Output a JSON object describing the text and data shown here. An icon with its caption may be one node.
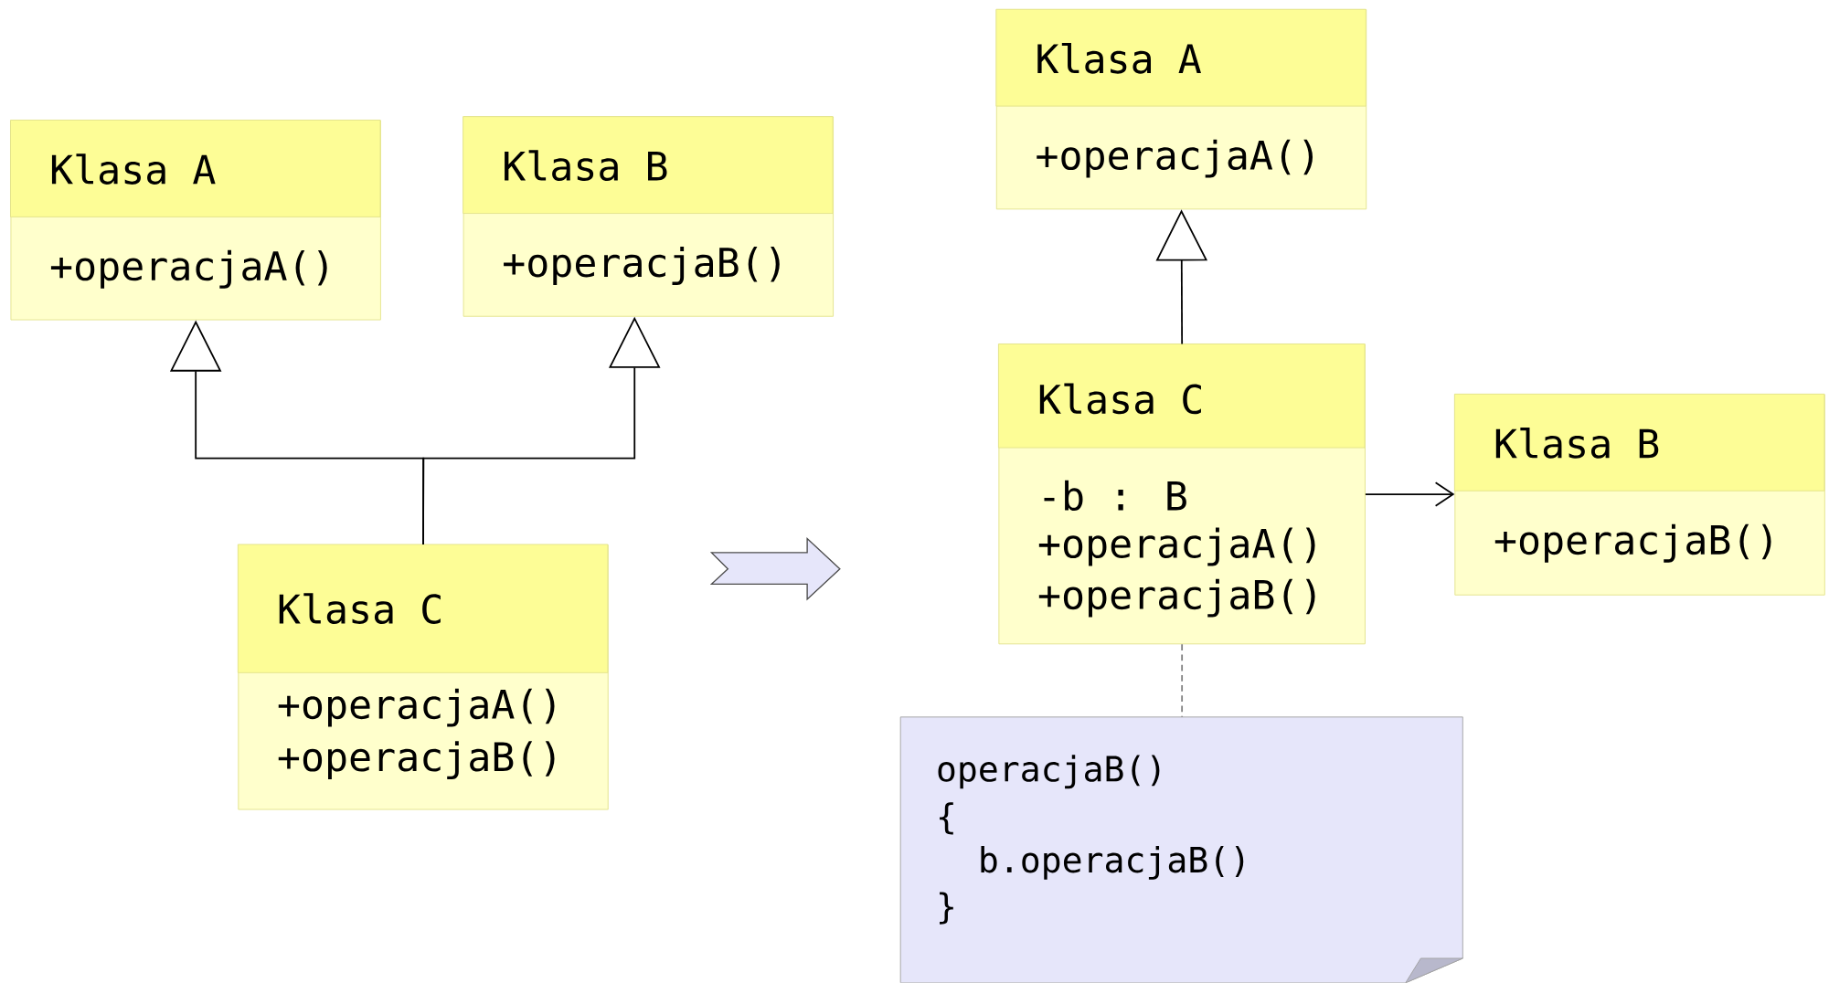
{
  "diagram": {
    "nodes": [
      {
        "text": [
          "Klasa A",
          "+operacjaA()"
        ]
      },
      {
        "text": [
          "Klasa B",
          "+operacjaB()"
        ]
      },
      {
        "text": [
          "Klasa C",
          "+operacjaA()",
          "+operacjaB()"
        ]
      },
      {
        "text": [
          "Klasa A",
          "+operacjaA()"
        ]
      },
      {
        "text": [
          "Klasa C",
          "-b : B",
          "+operacjaA()",
          "+operacjaB()"
        ]
      },
      {
        "text": [
          "Klasa B",
          "+operacjaB()"
        ]
      },
      {
        "text": [
          "operacjaB()",
          "{",
          "b.operacjaB()",
          "}"
        ]
      }
    ],
    "edges": [
      {
        "from": 2,
        "to": 0,
        "arrow": "to"
      },
      {
        "from": 2,
        "to": 1,
        "arrow": "to"
      },
      {
        "from": 4,
        "to": 3,
        "arrow": "to"
      },
      {
        "from": 4,
        "to": 5,
        "arrow": "to"
      },
      {
        "from": 4,
        "to": 6,
        "arrow": "none",
        "style": "dashed",
        "color": "#808080"
      }
    ]
  }
}
